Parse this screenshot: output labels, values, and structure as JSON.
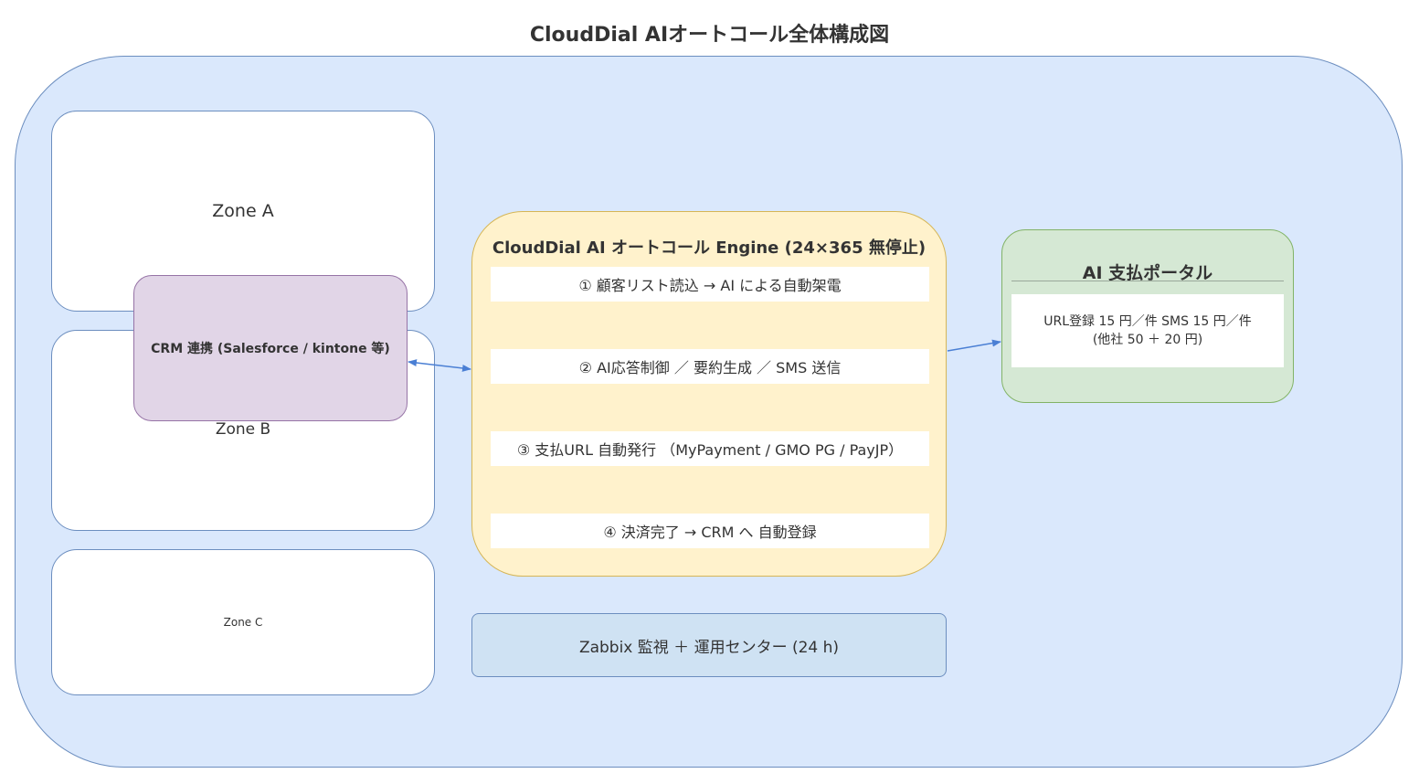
{
  "diagram": {
    "title": "CloudDial AIオートコール全体構成図",
    "zones": {
      "a": "Zone A",
      "b": "Zone B",
      "c": "Zone C"
    },
    "crm": {
      "label": "CRM 連携 (Salesforce / kintone 等)"
    },
    "engine": {
      "title": "CloudDial AI オートコール Engine (24×365 無停止)",
      "steps": [
        "① 顧客リスト読込 → AI による自動架電",
        "② AI応答制御 ／ 要約生成 ／ SMS 送信",
        "③ 支払URL 自動発行 （MyPayment / GMO PG / PayJP）",
        "④ 決済完了 → CRM へ 自動登録"
      ]
    },
    "monitor": {
      "label": "Zabbix 監視 ＋ 運用センター (24 h)"
    },
    "portal": {
      "title": "AI 支払ポータル",
      "line1": "URL登録 15 円／件  SMS 15 円／件",
      "line2": "(他社 50 ＋ 20 円)"
    },
    "colors": {
      "container_fill": "#dae8fc",
      "container_stroke": "#6c8ebf",
      "crm_fill": "#e1d5e7",
      "engine_fill": "#fff2cc",
      "portal_fill": "#d5e8d4",
      "monitor_fill": "#cfe2f3",
      "connector": "#4a7fd4"
    }
  }
}
